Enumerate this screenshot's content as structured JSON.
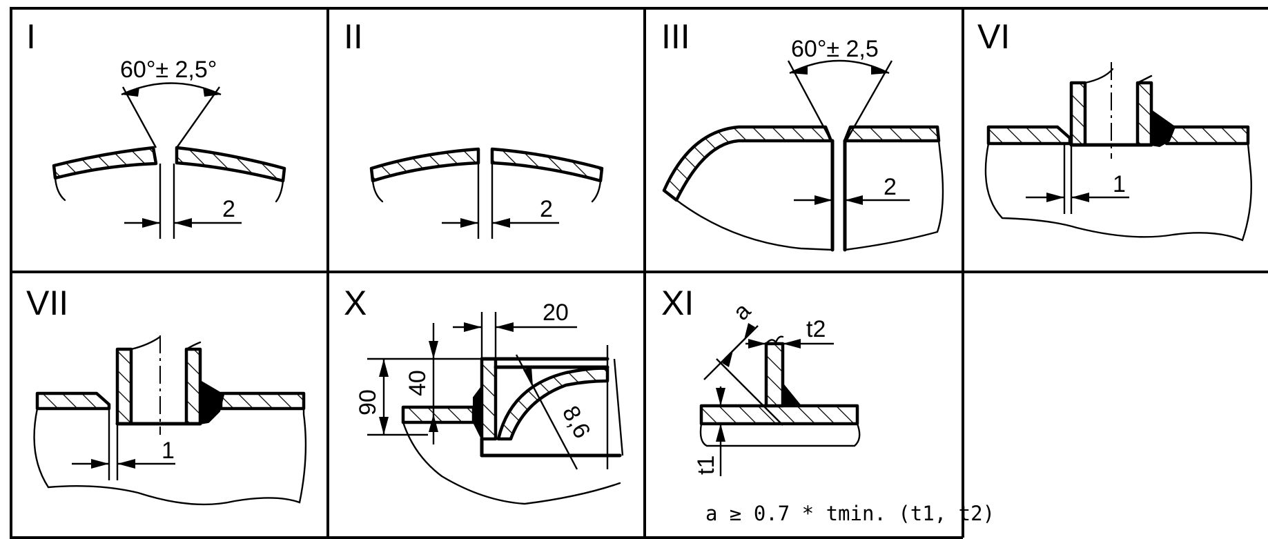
{
  "panels": [
    {
      "id": "I",
      "numeral": "I",
      "angle_label": "60°± 2,5°",
      "gap_label": "2"
    },
    {
      "id": "II",
      "numeral": "II",
      "gap_label": "2"
    },
    {
      "id": "III",
      "numeral": "III",
      "angle_label": "60°± 2,5",
      "gap_label": "2"
    },
    {
      "id": "VI",
      "numeral": "VI",
      "gap_label": "1"
    },
    {
      "id": "VII",
      "numeral": "VII",
      "gap_label": "1"
    },
    {
      "id": "X",
      "numeral": "X",
      "dim_top": "20",
      "dim_outer": "90",
      "dim_inner": "40",
      "dim_radius": "8,6"
    },
    {
      "id": "XI",
      "numeral": "XI",
      "dim_a": "a",
      "dim_t1": "t1",
      "dim_t2": "t2",
      "formula": "a ≥ 0.7 * tmin. (t1, t2)"
    }
  ],
  "colors": {
    "line": "#000000",
    "background": "#ffffff"
  }
}
